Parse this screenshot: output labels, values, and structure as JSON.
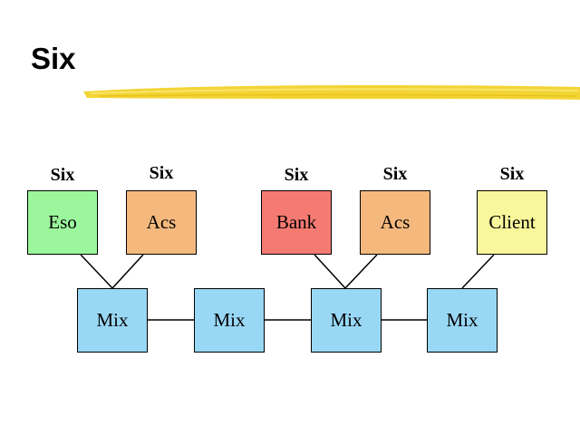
{
  "slide": {
    "title": "Six"
  },
  "diagram": {
    "top_nodes": [
      {
        "tag": "Six",
        "label": "Eso",
        "color": "#9cf79c"
      },
      {
        "tag": "Six",
        "label": "Acs",
        "color": "#f5b97e"
      },
      {
        "tag": "Six",
        "label": "Bank",
        "color": "#f57a72"
      },
      {
        "tag": "Six",
        "label": "Acs",
        "color": "#f5b97e"
      },
      {
        "tag": "Six",
        "label": "Client",
        "color": "#f8f79c"
      }
    ],
    "mix_nodes": [
      {
        "label": "Mix",
        "color": "#99d8f5"
      },
      {
        "label": "Mix",
        "color": "#99d8f5"
      },
      {
        "label": "Mix",
        "color": "#99d8f5"
      },
      {
        "label": "Mix",
        "color": "#99d8f5"
      }
    ],
    "accent_color": "#f2d22a"
  }
}
